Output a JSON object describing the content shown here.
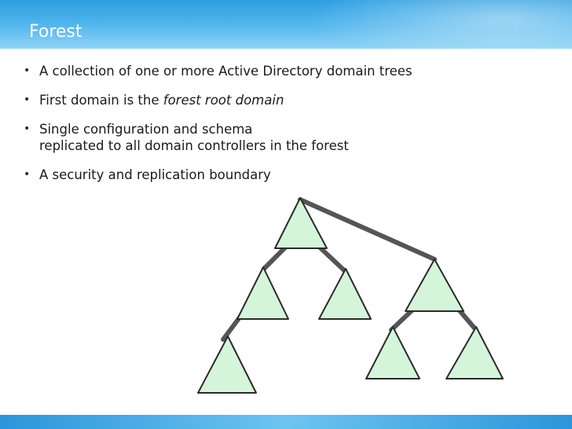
{
  "slide": {
    "title": "Forest",
    "bullets": [
      {
        "text": "A collection of one or more Active Directory domain trees"
      },
      {
        "prefix": "First domain is the ",
        "emphasis": "forest root domain"
      },
      {
        "line1": "Single configuration and schema",
        "line2": "replicated to all domain controllers in the forest"
      },
      {
        "text": "A security and replication boundary"
      }
    ]
  },
  "diagram": {
    "colors": {
      "fill": "#d4f5d9",
      "stroke": "#2b2b2b",
      "connector": "#555555"
    },
    "nodes": [
      {
        "id": "root"
      },
      {
        "id": "root-left"
      },
      {
        "id": "root-right"
      },
      {
        "id": "left-grandchild"
      },
      {
        "id": "tree2-root"
      },
      {
        "id": "tree2-left"
      },
      {
        "id": "tree2-right"
      }
    ]
  }
}
